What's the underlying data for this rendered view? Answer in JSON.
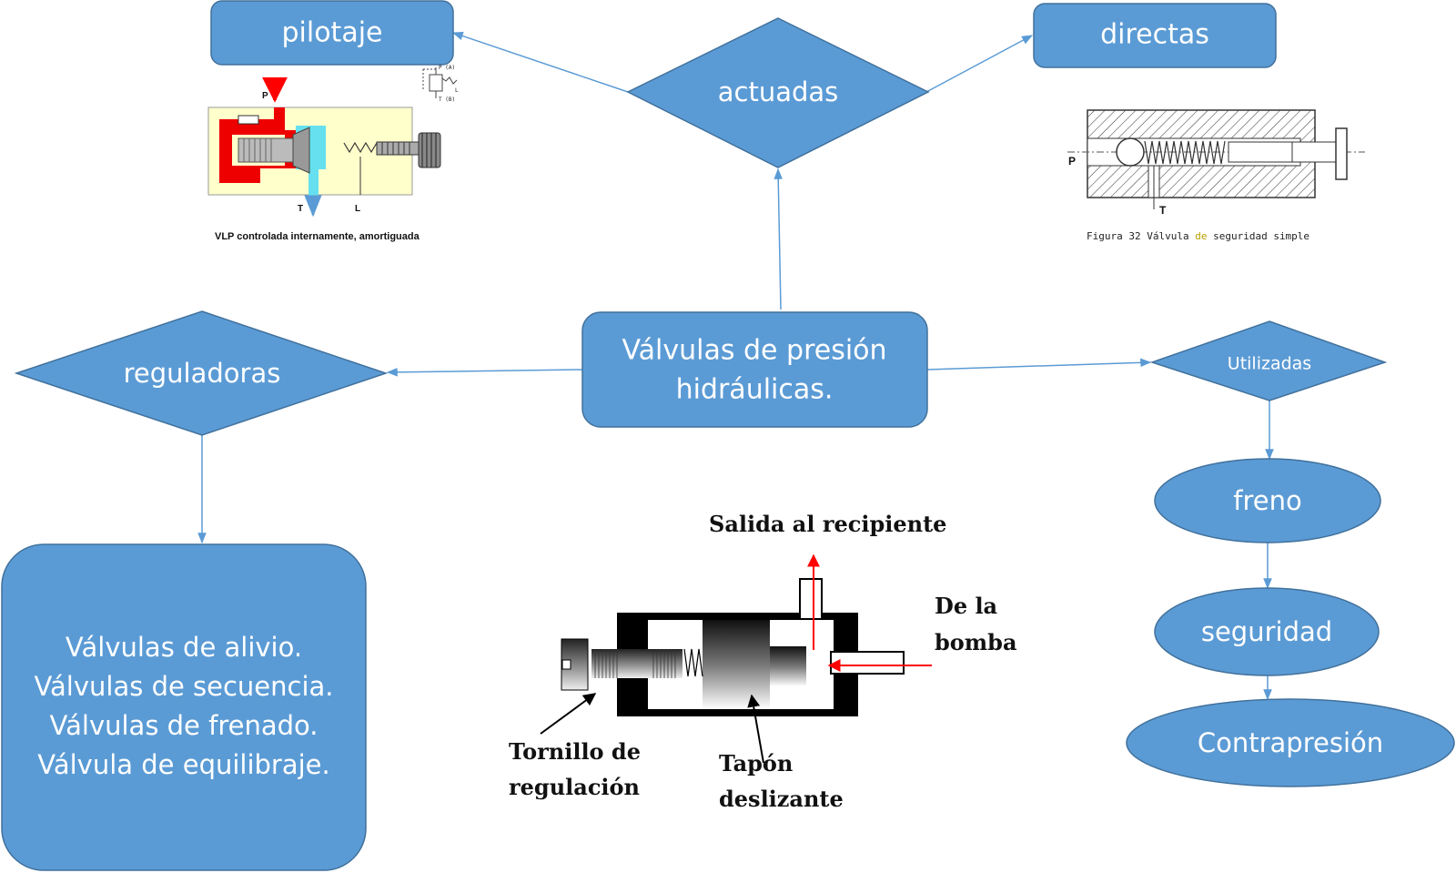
{
  "colors": {
    "node_fill": "#5b9bd5",
    "node_stroke": "#41719c",
    "edge": "#5b9bd5",
    "arrow_red": "#ff0000"
  },
  "nodes": {
    "center": {
      "line1": "Válvulas de presión",
      "line2": "hidráulicas."
    },
    "actuadas": "actuadas",
    "pilotaje": "pilotaje",
    "directas": "directas",
    "reguladoras": "reguladoras",
    "utilizadas": "Utilizadas",
    "freno": "freno",
    "seguridad": "seguridad",
    "contrapresion": "Contrapresión",
    "regulator_list": [
      "Válvulas de alivio.",
      "Válvulas de secuencia.",
      "Válvulas de frenado.",
      "Válvula de equilibraje."
    ]
  },
  "figures": {
    "vlp": {
      "caption": "VLP controlada internamente, amortiguada",
      "labels": {
        "p": "P",
        "t": "T",
        "l": "L",
        "pa": "P (A)",
        "tb": "T (B)",
        "l_small": "L"
      }
    },
    "simple": {
      "caption_prefix": "Figura 32  Válvula ",
      "caption_highlight": "de",
      "caption_suffix": " seguridad simple",
      "labels": {
        "p": "P",
        "t": "T"
      }
    },
    "relief": {
      "salida": "Salida al recipiente",
      "de_la": "De la",
      "bomba": "bomba",
      "tornillo_1": "Tornillo de",
      "tornillo_2": "regulación",
      "tapon_1": "Tapón",
      "tapon_2": "deslizante"
    }
  }
}
